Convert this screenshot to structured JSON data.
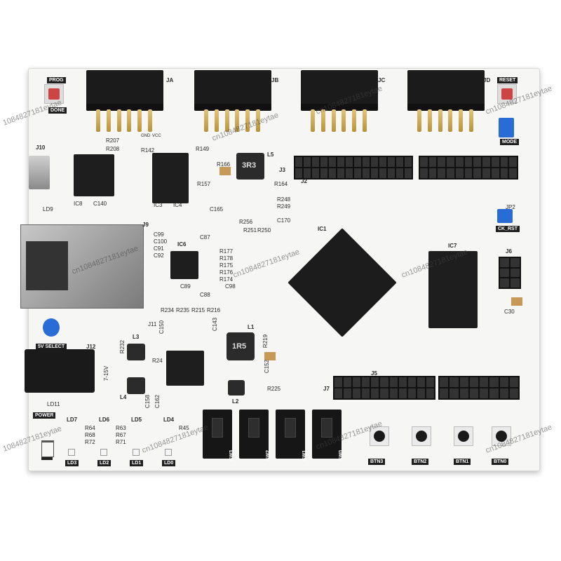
{
  "board": {
    "pmod_labels": [
      "JA",
      "JB",
      "JC",
      "JD"
    ],
    "pmod_gnd": "GND",
    "pmod_vcc": "VCC",
    "prog_label": "PROG",
    "done_label": "DONE",
    "reset_label": "RESET",
    "mode_label": "MODE",
    "ck_rst_label": "CK_RST",
    "jp2_label": "JP2",
    "j6_label": "J6",
    "c30_label": "C30",
    "ic1_label": "IC1",
    "ic7_label": "IC7",
    "ic6_label": "IC6",
    "ic3_label": "IC3",
    "ic4_label": "IC4",
    "ic8_label": "IC8",
    "c140_label": "C140",
    "j10_label": "J10",
    "j9_label": "J9",
    "j2_label": "J2",
    "j3_label": "J3",
    "j5_label": "J5",
    "j7_label": "J7",
    "j11_label": "J11",
    "j12_label": "J12",
    "l1_label": "L1",
    "l2_label": "L2",
    "l3_label": "L3",
    "l4_label": "L4",
    "l5_label": "L5",
    "inductor_text_3r3": "3R3",
    "inductor_text_1r5": "1R5",
    "five_v_select": "5V SELECT",
    "voltage_range": "7-15V",
    "power_label": "POWER",
    "ld11_label": "LD11",
    "ld9_label": "LD9",
    "led_labels_top": [
      "LD7",
      "LD6",
      "LD5",
      "LD4"
    ],
    "led_labels_bottom": [
      "LD3",
      "LD2",
      "LD1",
      "LD0"
    ],
    "switch_labels": [
      "SW3",
      "SW2",
      "SW1",
      "SW0"
    ],
    "button_labels": [
      "BTN3",
      "BTN2",
      "BTN1",
      "BTN0"
    ],
    "resistor_labels": [
      "R207",
      "R208",
      "R142",
      "R149",
      "R157",
      "R166",
      "R164",
      "R248",
      "R249",
      "R256",
      "R251",
      "R250",
      "R177",
      "R178",
      "R175",
      "R176",
      "R174",
      "R216",
      "R215",
      "R235",
      "R234",
      "R232",
      "R219",
      "R225",
      "R64",
      "R68",
      "R72",
      "R63",
      "R67",
      "R71",
      "R45",
      "R24"
    ],
    "capacitor_labels": [
      "C99",
      "C100",
      "C91",
      "C92",
      "C87",
      "C98",
      "C88",
      "C89",
      "C143",
      "C150",
      "C152",
      "C165",
      "C170",
      "C162",
      "C158"
    ]
  },
  "watermarks": [
    "cn1084827181eytae",
    "cn1084827181eytae",
    "cn1084827181eytae",
    "cn1084827181eytae",
    "cn1084827181eytae",
    "cn1084827181eytae",
    "cn1084827181eytae",
    "1084827181eytae",
    "1084827181eytae"
  ]
}
